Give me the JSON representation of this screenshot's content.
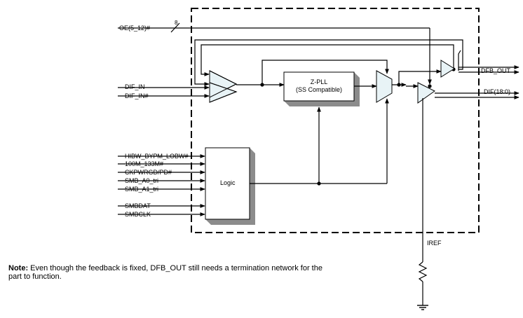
{
  "signals": {
    "oe": "OE(5_12)#",
    "bus_width": "8",
    "dif_in": "DIF_IN",
    "dif_in_n": "DIF_IN#",
    "logic_inputs": [
      "HIBW_BYPM_LOBW#",
      "100M_133M#",
      "CKPWRGD/PD#",
      "SMB_A0_tri",
      "SMB_A1_tri"
    ],
    "smb_inputs": [
      "SMBDAT",
      "SMBCLK"
    ],
    "dfb_out": "DFB_OUT",
    "dif_out": "DIF(18:0)",
    "iref": "IREF"
  },
  "blocks": {
    "pll_name": "Z-PLL",
    "pll_subtitle": "(SS Compatible)",
    "logic": "Logic"
  },
  "note": {
    "label": "Note:",
    "text": " Even though the feedback is fixed, DFB_OUT still needs a termination network for the part to function."
  }
}
